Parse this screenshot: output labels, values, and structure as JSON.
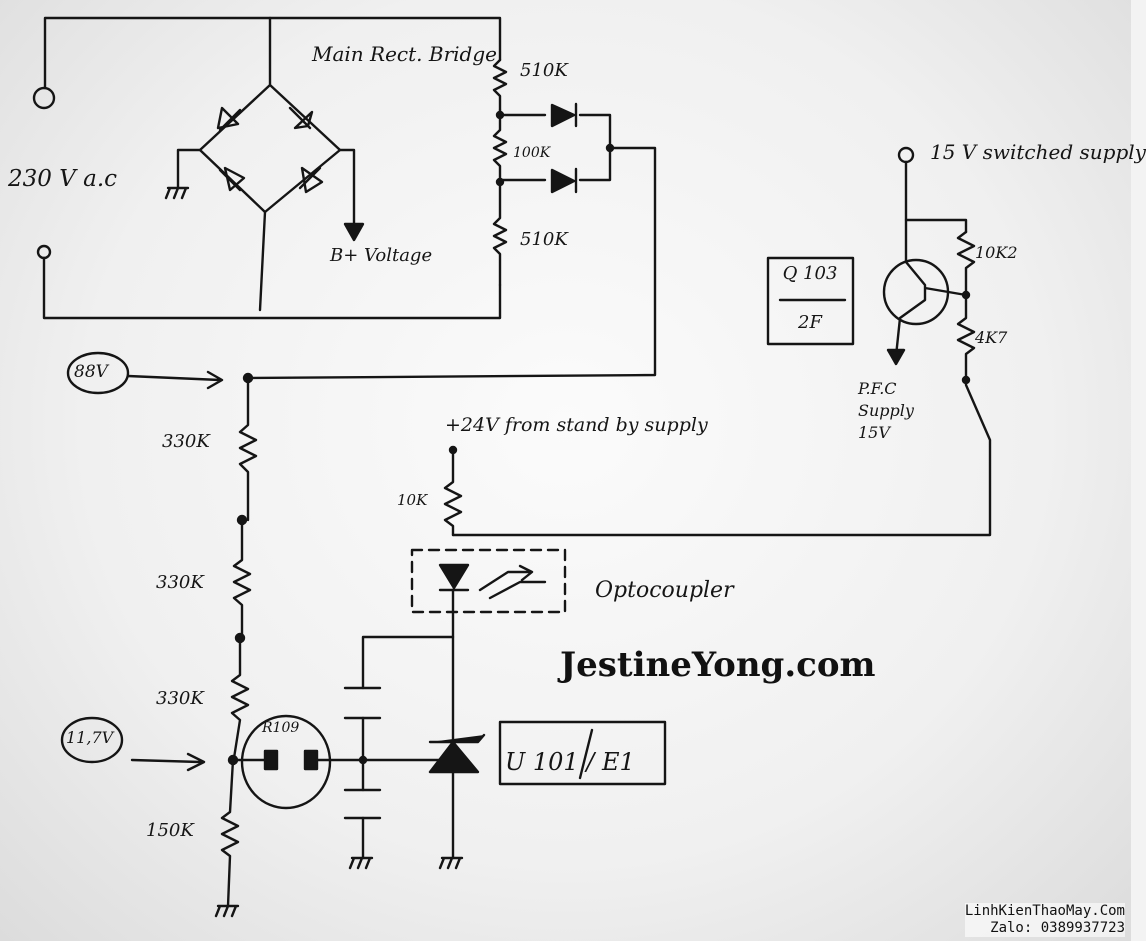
{
  "labels": {
    "main_bridge": "Main Rect. Bridge",
    "ac_input": "230 V a.c",
    "b_plus": "B+ Voltage",
    "r_510k_top": "510K",
    "r_100k": "100K",
    "r_510k_bottom": "510K",
    "switched_supply": "15 V switched supply",
    "q103_top": "Q 103",
    "q103_bottom": "2F",
    "r_10k2": "10K2",
    "r_4k7": "4K7",
    "pfc_supply": "P.F.C Supply 15V",
    "v88": "88V",
    "standby": "+24V from stand by supply",
    "r_330k_1": "330K",
    "r_330k_2": "330K",
    "r_330k_3": "330K",
    "r_10k": "10K",
    "optocoupler": "Optocoupler",
    "v11_7": "11,7V",
    "r109": "R109",
    "u101": "U 101 / E1",
    "r_150k": "150K"
  },
  "watermark": {
    "site": "JestineYong.com",
    "corner_line1": "LinhKienThaoMay.Com",
    "corner_line2": "Zalo: 0389937723"
  },
  "colors": {
    "ink": "#151515",
    "paper": "#f3f3f3"
  }
}
